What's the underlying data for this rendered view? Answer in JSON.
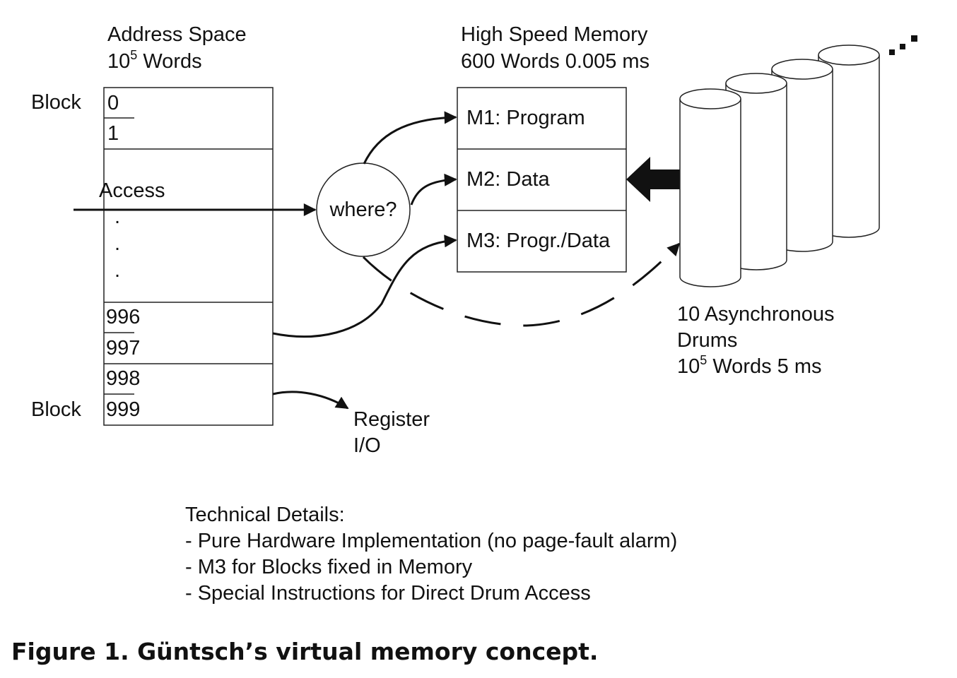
{
  "address_space": {
    "title": "Address Space",
    "size_base": "10",
    "size_exp": "5",
    "size_unit": " Words",
    "block_label_top": "Block",
    "block_label_bottom": "Block",
    "access_label": "Access",
    "dots": [
      ".",
      ".",
      "."
    ],
    "cells": {
      "c0": "0",
      "c1": "1",
      "c996": "996",
      "c997": "997",
      "c998": "998",
      "c999": "999"
    }
  },
  "router": {
    "label": "where?"
  },
  "high_speed_memory": {
    "title": "High Speed Memory",
    "spec": "600 Words 0.005 ms",
    "rows": {
      "m1": "M1: Program",
      "m2": "M2: Data",
      "m3": "M3: Progr./Data"
    }
  },
  "drums": {
    "line1": "10 Asynchronous",
    "line2": "Drums",
    "size_base": "10",
    "size_exp": "5",
    "spec_rest": " Words 5 ms"
  },
  "register_io": {
    "line1": "Register",
    "line2": "I/O"
  },
  "technical_details": {
    "heading": "Technical Details:",
    "items": [
      "- Pure Hardware Implementation (no page-fault alarm)",
      "- M3 for Blocks fixed in Memory",
      "- Special Instructions for Direct Drum Access"
    ]
  },
  "caption": "Figure 1. Güntsch’s virtual memory concept."
}
